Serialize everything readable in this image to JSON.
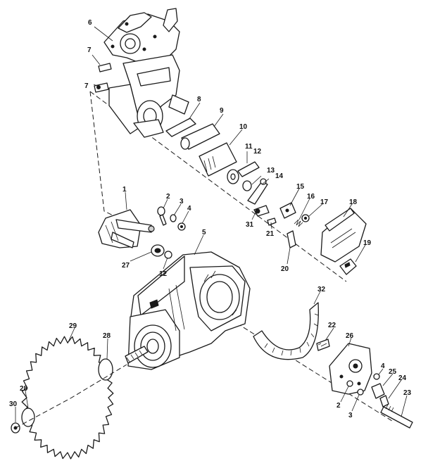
{
  "diagram": {
    "part_numbers": [
      {
        "id": "p6",
        "text": "6"
      },
      {
        "id": "p7a",
        "text": "7"
      },
      {
        "id": "p7b",
        "text": "7"
      },
      {
        "id": "p8",
        "text": "8"
      },
      {
        "id": "p9",
        "text": "9"
      },
      {
        "id": "p10",
        "text": "10"
      },
      {
        "id": "p11",
        "text": "11"
      },
      {
        "id": "p12a",
        "text": "12"
      },
      {
        "id": "p13",
        "text": "13"
      },
      {
        "id": "p14",
        "text": "14"
      },
      {
        "id": "p15",
        "text": "15"
      },
      {
        "id": "p16",
        "text": "16"
      },
      {
        "id": "p17",
        "text": "17"
      },
      {
        "id": "p18",
        "text": "18"
      },
      {
        "id": "p19",
        "text": "19"
      },
      {
        "id": "p31",
        "text": "31"
      },
      {
        "id": "p21",
        "text": "21"
      },
      {
        "id": "p20",
        "text": "20"
      },
      {
        "id": "p1",
        "text": "1"
      },
      {
        "id": "p2a",
        "text": "2"
      },
      {
        "id": "p3a",
        "text": "3"
      },
      {
        "id": "p4a",
        "text": "4"
      },
      {
        "id": "p5",
        "text": "5"
      },
      {
        "id": "p27",
        "text": "27"
      },
      {
        "id": "p12b",
        "text": "12"
      },
      {
        "id": "p32",
        "text": "32"
      },
      {
        "id": "p22",
        "text": "22"
      },
      {
        "id": "p26",
        "text": "26"
      },
      {
        "id": "p29",
        "text": "29"
      },
      {
        "id": "p28a",
        "text": "28"
      },
      {
        "id": "p28b",
        "text": "28"
      },
      {
        "id": "p30",
        "text": "30"
      },
      {
        "id": "p4b",
        "text": "4"
      },
      {
        "id": "p25",
        "text": "25"
      },
      {
        "id": "p24",
        "text": "24"
      },
      {
        "id": "p2b",
        "text": "2"
      },
      {
        "id": "p3b",
        "text": "3"
      },
      {
        "id": "p23",
        "text": "23"
      }
    ]
  }
}
